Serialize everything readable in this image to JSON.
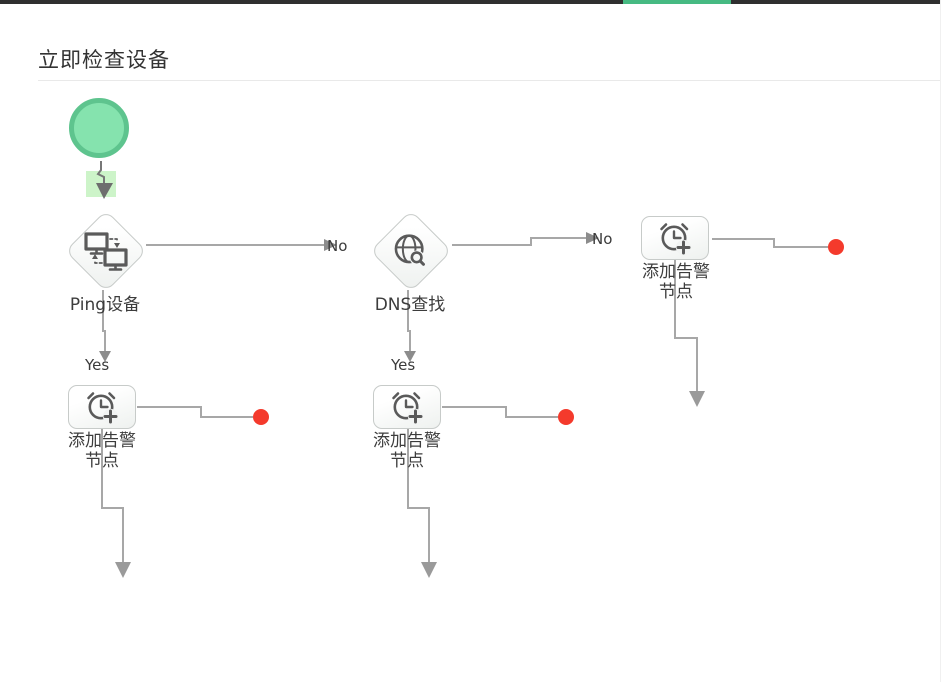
{
  "header": {
    "title": "立即检查设备"
  },
  "topbar": {
    "progress_color": "#46ba82",
    "bar_color": "#2f2f2f"
  },
  "canvas": {
    "nodes": {
      "start": {
        "type": "start-node",
        "ring_color": "#5ec48e",
        "fill_color": "#85e3ae"
      },
      "ping": {
        "label": "Ping设备",
        "icon": "ping-devices-icon",
        "shape": "diamond"
      },
      "dns": {
        "label": "DNS查找",
        "icon": "dns-lookup-icon",
        "shape": "diamond"
      },
      "alarm_right": {
        "label_line1": "添加告警",
        "label_line2": "节点",
        "icon": "add-alarm-icon",
        "shape": "rounded-rect"
      },
      "alarm_left": {
        "label_line1": "添加告警",
        "label_line2": "节点",
        "icon": "add-alarm-icon",
        "shape": "rounded-rect"
      },
      "alarm_mid": {
        "label_line1": "添加告警",
        "label_line2": "节点",
        "icon": "add-alarm-icon",
        "shape": "rounded-rect"
      }
    },
    "edge_labels": {
      "ping_no": "No",
      "dns_no": "No",
      "ping_yes": "Yes",
      "dns_yes": "Yes"
    },
    "colors": {
      "connector_gray": "#a7a7a7",
      "arrowhead_gray": "#8c8c8c",
      "end_node_red": "#f43a2c",
      "selection_highlight": "#cdf4c9"
    }
  }
}
